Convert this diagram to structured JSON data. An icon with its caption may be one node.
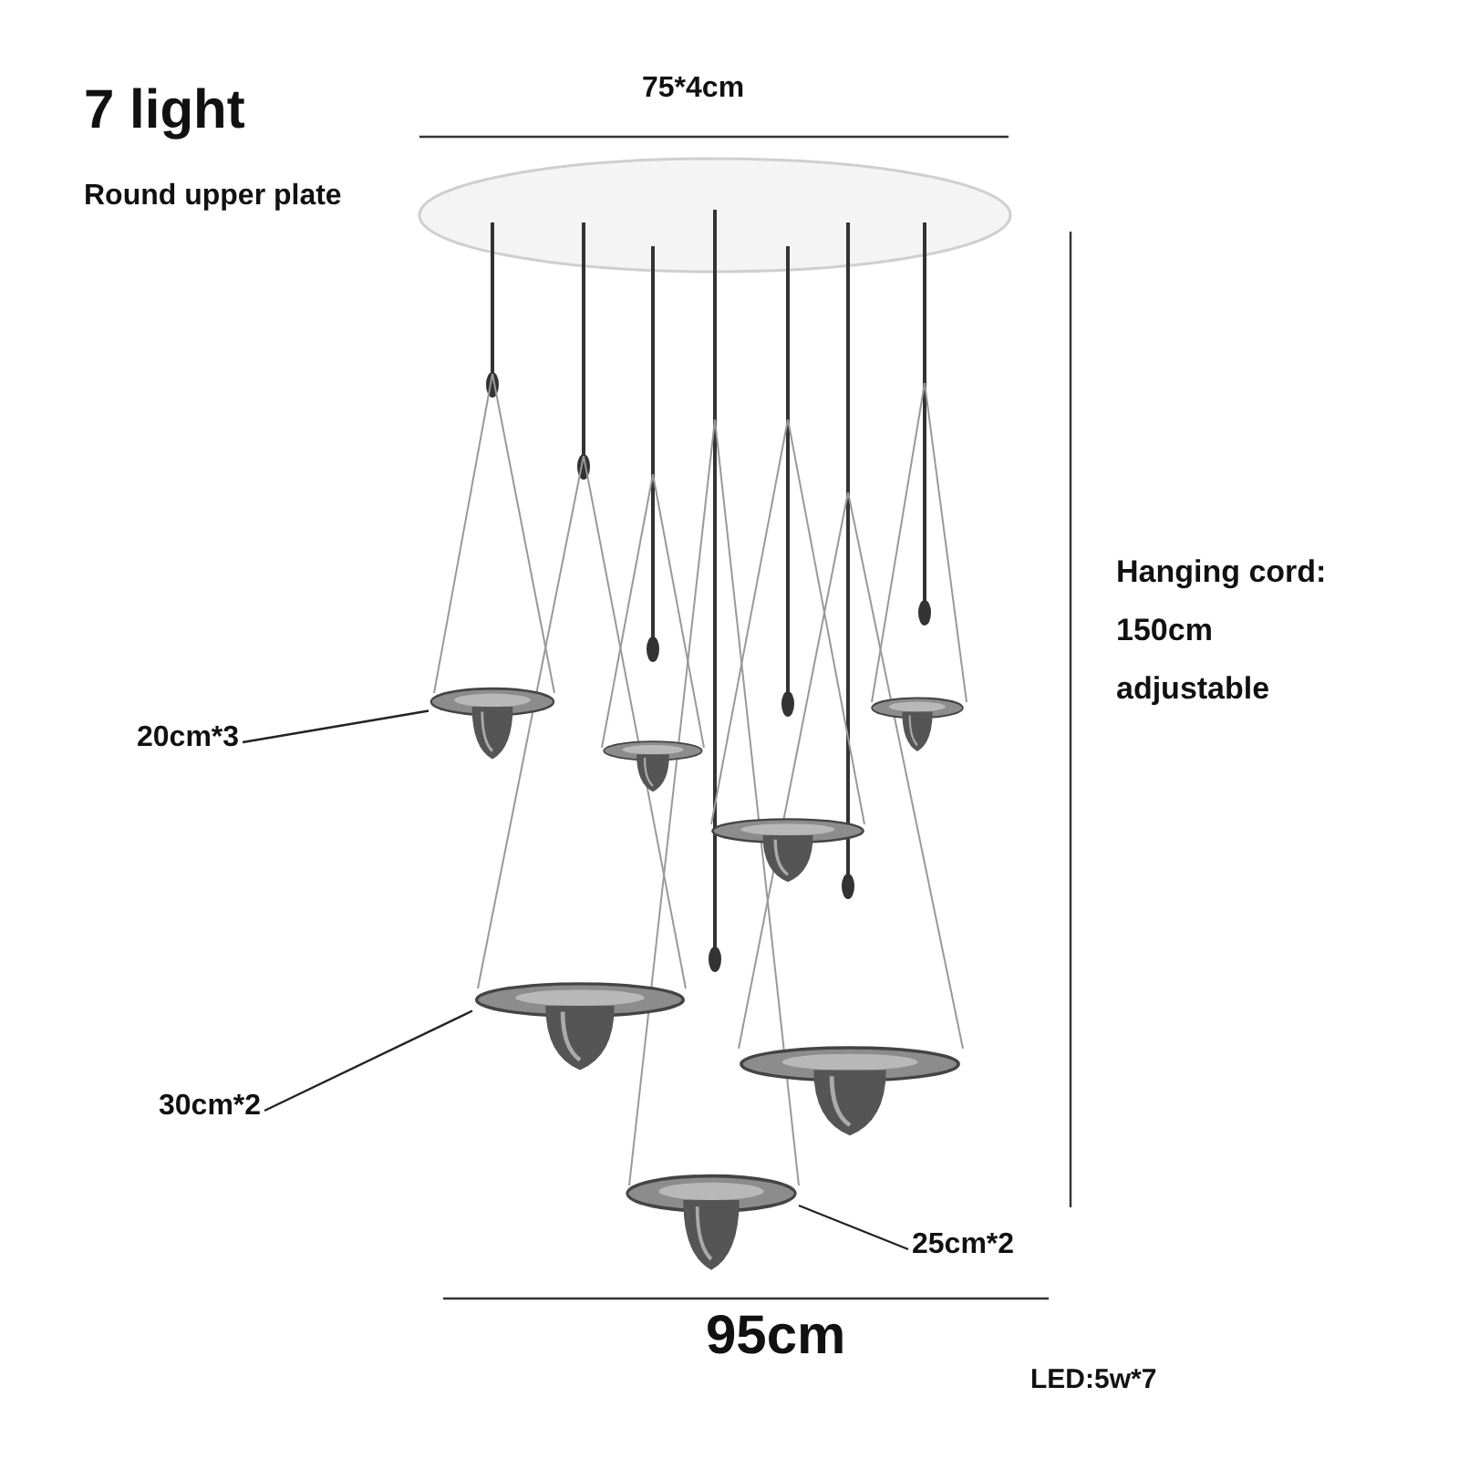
{
  "diagram": {
    "title": "7 light",
    "nodes": [
      {
        "text": [
          "20cm*3"
        ]
      },
      {
        "text": [],
        "shape": "picture"
      },
      {
        "text": [
          "30cm*2"
        ]
      },
      {
        "text": [],
        "shape": "picture"
      },
      {
        "text": [
          "25cm*2"
        ]
      },
      {
        "text": [],
        "shape": "picture"
      }
    ],
    "edges": [
      {
        "from": 0,
        "to": 1,
        "arrow": "none"
      },
      {
        "from": 2,
        "to": 3,
        "arrow": "none"
      },
      {
        "from": 4,
        "to": 5,
        "arrow": "none"
      }
    ],
    "labels": [
      "75*4cm",
      "Round upper plate",
      "Hanging cord: 150cm adjustable",
      "95cm",
      "LED:5w*7"
    ]
  }
}
